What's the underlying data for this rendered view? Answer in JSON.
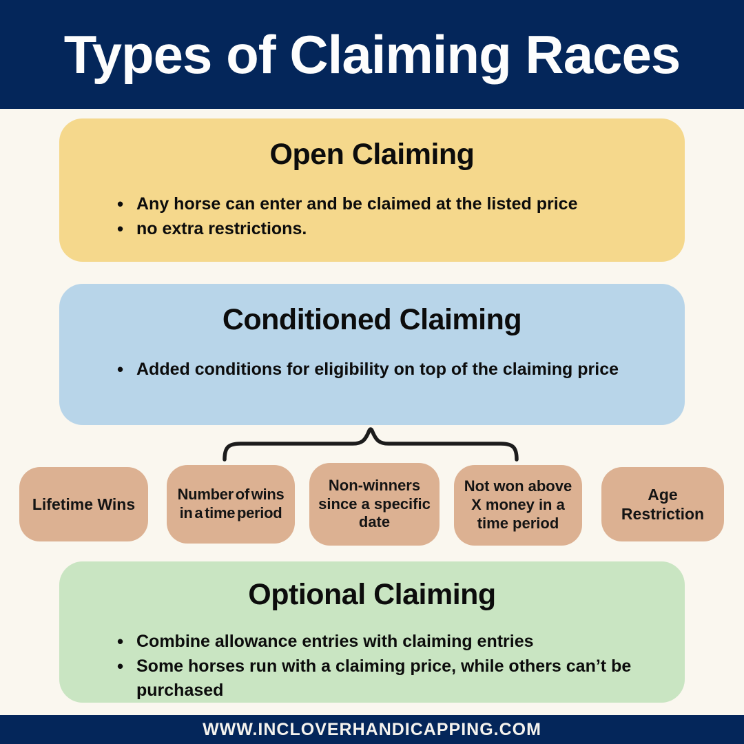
{
  "header": {
    "title": "Types of Claiming Races"
  },
  "sections": {
    "open": {
      "title": "Open Claiming",
      "bullets": [
        "Any horse can enter and be claimed at the listed price",
        "no extra restrictions."
      ]
    },
    "conditioned": {
      "title": "Conditioned Claiming",
      "bullets": [
        "Added conditions for eligibility on top of the claiming price"
      ]
    },
    "conditions": [
      "Lifetime Wins",
      "Number of wins in a time period",
      "Non-winners since a specific date",
      "Not won above X money in a time period",
      "Age Restriction"
    ],
    "optional": {
      "title": "Optional Claiming",
      "bullets": [
        "Combine allowance entries with claiming entries",
        "Some horses run with a claiming price, while others can’t be purchased"
      ]
    }
  },
  "footer": {
    "website": "WWW.INCLOVERHANDICAPPING.COM"
  },
  "colors": {
    "navy": "#04265a",
    "cream": "#faf7ef",
    "yellow": "#f5d88c",
    "blue": "#b8d5e9",
    "tan": "#dcb192",
    "green": "#c9e5c2",
    "line": "#1c1c1c",
    "text": "#111111"
  }
}
